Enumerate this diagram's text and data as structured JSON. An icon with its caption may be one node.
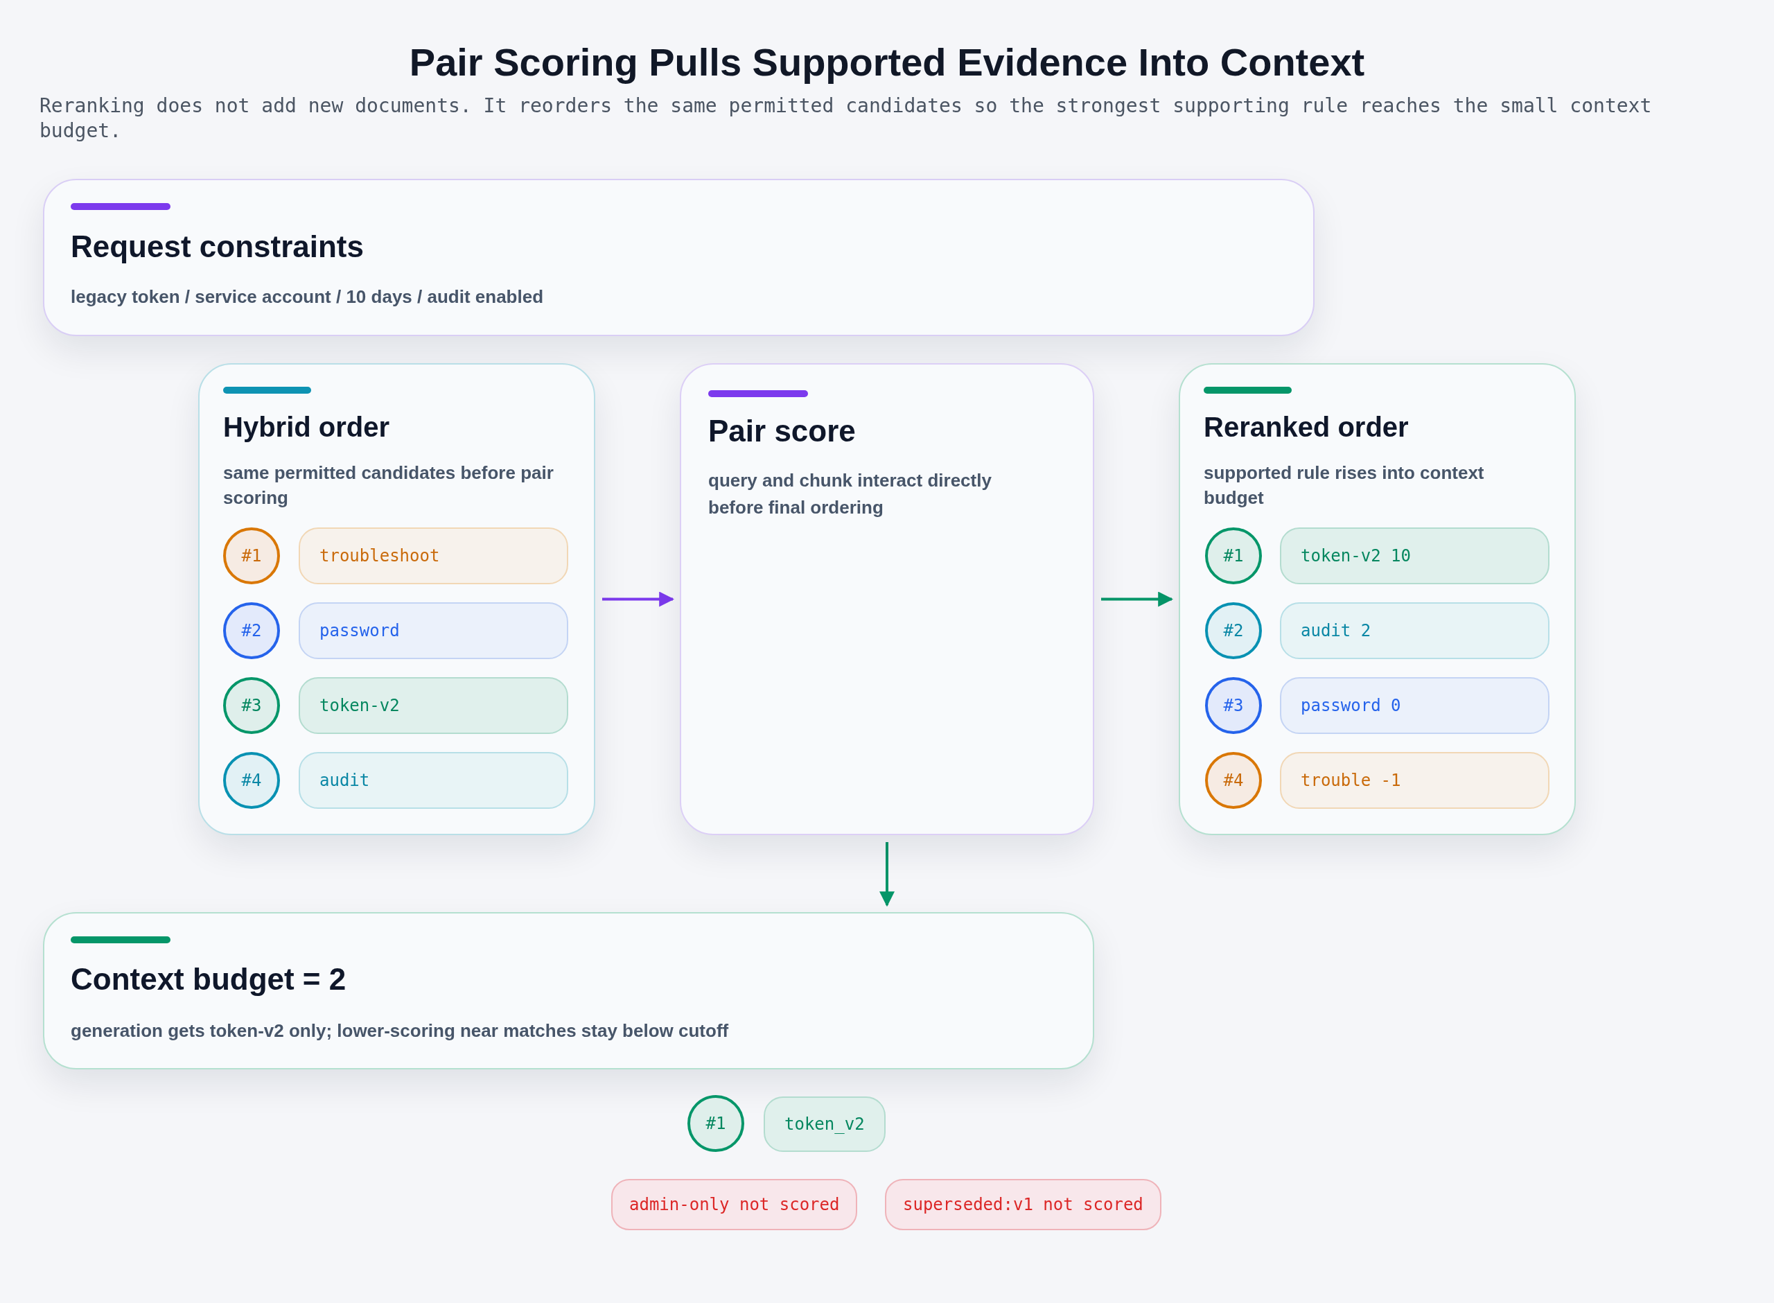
{
  "diagram": {
    "title": "Pair Scoring Pulls Supported Evidence Into Context",
    "caption": "Reranking does not add new documents. It reorders the same permitted candidates so the strongest supporting rule reaches the small context budget.",
    "nodes": [
      {
        "text": [
          "Request constraints",
          "legacy token / service account / 10 days / audit enabled"
        ]
      },
      {
        "text": [
          "Hybrid order",
          "same permitted candidates before pair scoring"
        ]
      },
      {
        "text": [
          "#1"
        ],
        "in": 1
      },
      {
        "text": [
          "troubleshoot"
        ],
        "in": 1
      },
      {
        "text": [
          "#2"
        ],
        "in": 1
      },
      {
        "text": [
          "password"
        ],
        "in": 1
      },
      {
        "text": [
          "#3"
        ],
        "in": 1
      },
      {
        "text": [
          "token-v2"
        ],
        "in": 1
      },
      {
        "text": [
          "#4"
        ],
        "in": 1
      },
      {
        "text": [
          "audit"
        ],
        "in": 1
      },
      {
        "text": [
          "Pair score",
          "query and chunk interact directly before final ordering"
        ]
      },
      {
        "text": [
          "Reranked order",
          "supported rule rises into context budget"
        ]
      },
      {
        "text": [
          "#1"
        ],
        "in": 11
      },
      {
        "text": [
          "token-v2 10"
        ],
        "in": 11
      },
      {
        "text": [
          "#2"
        ],
        "in": 11
      },
      {
        "text": [
          "audit 2"
        ],
        "in": 11
      },
      {
        "text": [
          "#3"
        ],
        "in": 11
      },
      {
        "text": [
          "password 0"
        ],
        "in": 11
      },
      {
        "text": [
          "#4"
        ],
        "in": 11
      },
      {
        "text": [
          "trouble -1"
        ],
        "in": 11
      },
      {
        "text": [
          "Context budget = 2",
          "generation gets token-v2 only; lower-scoring near matches stay below cutoff"
        ]
      },
      {
        "text": [
          "#1"
        ]
      },
      {
        "text": [
          "token_v2"
        ]
      },
      {
        "text": [
          "admin-only not scored"
        ]
      },
      {
        "text": [
          "superseded:v1 not scored"
        ]
      }
    ],
    "edges": [
      {
        "from": 1,
        "to": 10,
        "arrow": "to",
        "color": "#7c3aed"
      },
      {
        "from": 10,
        "to": 11,
        "arrow": "to"
      },
      {
        "from": 10,
        "to": 20,
        "arrow": "to"
      }
    ]
  }
}
